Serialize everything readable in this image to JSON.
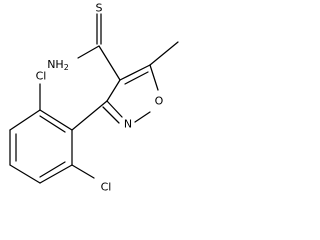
{
  "structure": {
    "atoms": {
      "sulfur": "S",
      "amine": "NH",
      "amine_subscript": "2",
      "ring_nitrogen": "N",
      "ring_oxygen": "O",
      "chlorine_top": "Cl",
      "chlorine_bottom": "Cl"
    }
  }
}
